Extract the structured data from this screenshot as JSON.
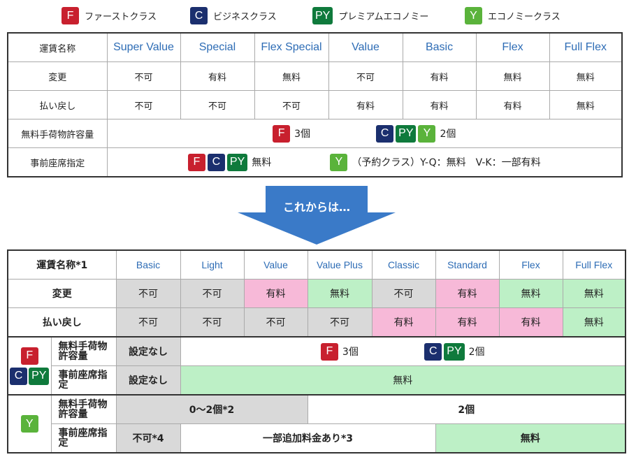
{
  "legend": [
    {
      "badge": "F",
      "cls": "bF",
      "text": "ファーストクラス"
    },
    {
      "badge": "C",
      "cls": "bC",
      "text": "ビジネスクラス"
    },
    {
      "badge": "PY",
      "cls": "bPY",
      "text": "プレミアムエコノミー"
    },
    {
      "badge": "Y",
      "cls": "bY",
      "text": "エコノミークラス"
    }
  ],
  "table1": {
    "header_label": "運賃名称",
    "fares": [
      "Super Value",
      "Special",
      "Flex Special",
      "Value",
      "Basic",
      "Flex",
      "Full Flex"
    ],
    "rows": [
      {
        "label": "変更",
        "values": [
          "不可",
          "有料",
          "無料",
          "不可",
          "有料",
          "無料",
          "無料"
        ]
      },
      {
        "label": "払い戻し",
        "values": [
          "不可",
          "不可",
          "不可",
          "有料",
          "有料",
          "有料",
          "無料"
        ]
      }
    ],
    "baggage": {
      "label": "無料手荷物許容量",
      "f_text": "3個",
      "cpyy_text": "2個"
    },
    "seat": {
      "label": "事前座席指定",
      "fcpy_text": "無料",
      "y_text": "（予約クラス）Y-Q：無料　V-K：一部有料"
    }
  },
  "arrow": {
    "text": "これからは…"
  },
  "table2": {
    "header_label": "運賃名称*1",
    "fares": [
      "Basic",
      "Light",
      "Value",
      "Value Plus",
      "Classic",
      "Standard",
      "Flex",
      "Full Flex"
    ],
    "rows": [
      {
        "label": "変更",
        "values": [
          "不可",
          "不可",
          "有料",
          "無料",
          "不可",
          "有料",
          "無料",
          "無料"
        ]
      },
      {
        "label": "払い戻し",
        "values": [
          "不可",
          "不可",
          "不可",
          "不可",
          "有料",
          "有料",
          "有料",
          "無料"
        ]
      }
    ],
    "fcpy": {
      "baggage_label": "無料手荷物\n許容量",
      "baggage_basic": "設定なし",
      "baggage_f": "3個",
      "baggage_cpy": "2個",
      "seat_label": "事前座席指定",
      "seat_basic": "設定なし",
      "seat_rest": "無料"
    },
    "y": {
      "baggage_label": "無料手荷物\n許容量",
      "baggage_a": "0～2個*2",
      "baggage_b": "2個",
      "seat_label": "事前座席指定",
      "seat_basic": "不可*4",
      "seat_mid": "一部追加料金あり*3",
      "seat_rest": "無料"
    }
  },
  "colors": {
    "F": "#c8202e",
    "C": "#1b2f6e",
    "PY": "#0f7a3c",
    "Y": "#5ab33b",
    "header_text": "#2d6cb5",
    "gray": "#d9d9d9",
    "pink": "#f7b9d8",
    "green": "#bdf0c6",
    "arrow": "#3a7ac8"
  }
}
